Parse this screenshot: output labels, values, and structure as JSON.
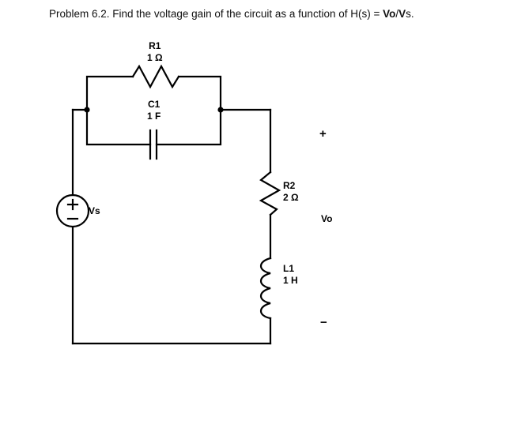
{
  "problem": {
    "prefix": "Problem 6.2. Find the voltage gain of the circuit as a function of H(s) = ",
    "numerator": "Vo",
    "slash": "/",
    "denominator": "V",
    "suffix": "s."
  },
  "circuit": {
    "source": {
      "name": "voltage-source",
      "label": "Vs",
      "plus": "+",
      "minus": "−"
    },
    "components": [
      {
        "id": "R1",
        "designator": "R1",
        "value": "1 Ω",
        "type": "resistor"
      },
      {
        "id": "C1",
        "designator": "C1",
        "value": "1 F",
        "type": "capacitor"
      },
      {
        "id": "R2",
        "designator": "R2",
        "value": "2 Ω",
        "type": "resistor"
      },
      {
        "id": "L1",
        "designator": "L1",
        "value": "1 H",
        "type": "inductor"
      }
    ],
    "output": {
      "label": "Vo",
      "plus": "+",
      "minus": "−"
    },
    "colors": {
      "wire": "#000000",
      "background": "#ffffff",
      "text": "#000000"
    }
  }
}
